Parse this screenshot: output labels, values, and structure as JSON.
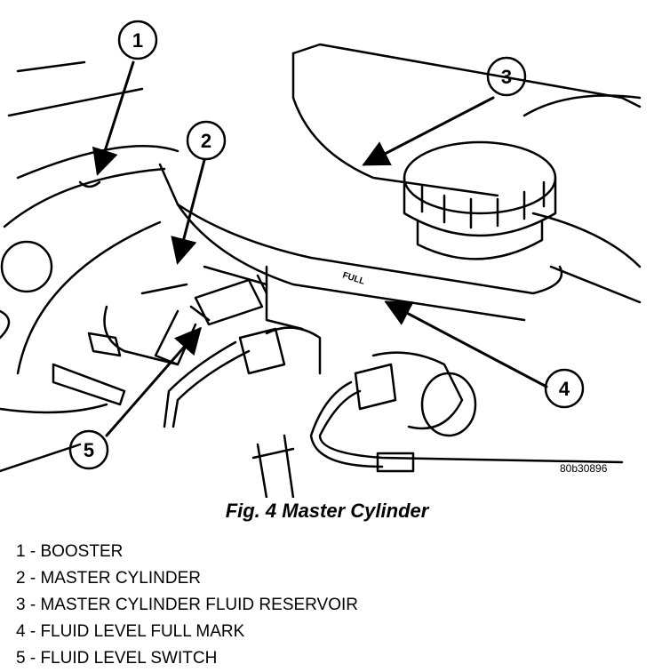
{
  "figure": {
    "code": "80b30896",
    "caption": "Fig. 4 Master Cylinder",
    "full_mark_text": "FULL"
  },
  "callouts": [
    {
      "number": "1"
    },
    {
      "number": "2"
    },
    {
      "number": "3"
    },
    {
      "number": "4"
    },
    {
      "number": "5"
    }
  ],
  "legend": [
    {
      "text": "1 - BOOSTER"
    },
    {
      "text": "2 - MASTER CYLINDER"
    },
    {
      "text": "3 - MASTER CYLINDER FLUID RESERVOIR"
    },
    {
      "text": "4 - FLUID LEVEL FULL MARK"
    },
    {
      "text": "5 - FLUID LEVEL SWITCH"
    }
  ]
}
